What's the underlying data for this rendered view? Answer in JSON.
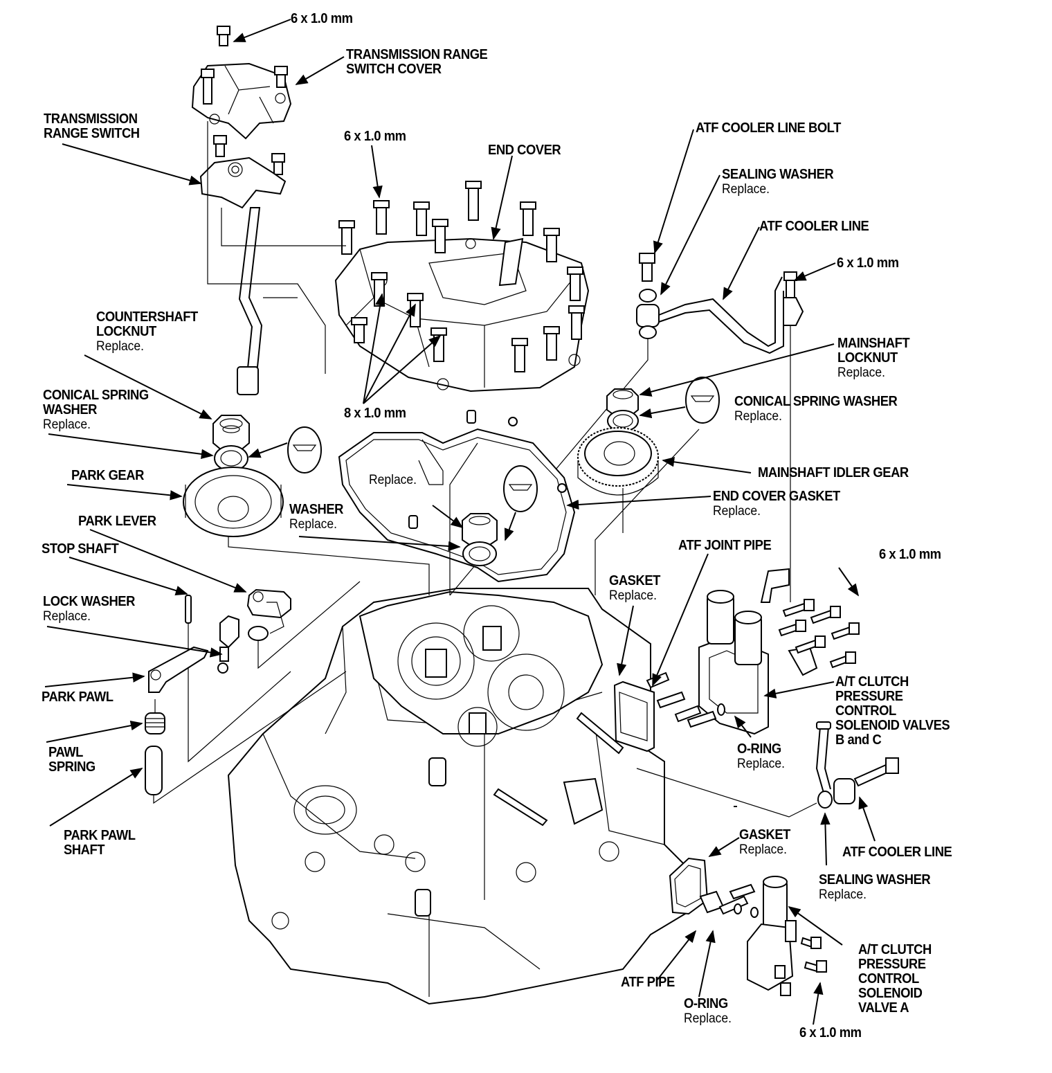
{
  "diagram": {
    "title": "Automatic transmission end cover / solenoid exploded view",
    "labels": {
      "bolt_top": {
        "lines": [
          "6 x 1.0 mm"
        ],
        "note": ""
      },
      "range_switch_cover": {
        "lines": [
          "TRANSMISSION RANGE",
          "SWITCH COVER"
        ],
        "note": ""
      },
      "range_switch": {
        "lines": [
          "TRANSMISSION",
          "RANGE SWITCH"
        ],
        "note": ""
      },
      "bolt_end_cover": {
        "lines": [
          "6 x 1.0 mm"
        ],
        "note": ""
      },
      "end_cover": {
        "lines": [
          "END COVER"
        ],
        "note": ""
      },
      "atf_cooler_line_bolt": {
        "lines": [
          "ATF COOLER LINE BOLT"
        ],
        "note": ""
      },
      "sealing_washer_top": {
        "lines": [
          "SEALING WASHER"
        ],
        "note": "Replace."
      },
      "atf_cooler_line_top": {
        "lines": [
          "ATF COOLER LINE"
        ],
        "note": ""
      },
      "bolt_cooler": {
        "lines": [
          "6 x 1.0 mm"
        ],
        "note": ""
      },
      "countershaft_locknut": {
        "lines": [
          "COUNTERSHAFT",
          "LOCKNUT"
        ],
        "note": "Replace."
      },
      "conical_spring_washer_left": {
        "lines": [
          "CONICAL SPRING",
          "WASHER"
        ],
        "note": "Replace."
      },
      "bolt_8mm": {
        "lines": [
          "8 x 1.0 mm"
        ],
        "note": ""
      },
      "mainshaft_locknut": {
        "lines": [
          "MAINSHAFT",
          "LOCKNUT"
        ],
        "note": "Replace."
      },
      "conical_spring_washer_right": {
        "lines": [
          "CONICAL SPRING WASHER"
        ],
        "note": "Replace."
      },
      "park_gear": {
        "lines": [
          "PARK GEAR"
        ],
        "note": ""
      },
      "replace_center": {
        "lines": [],
        "note": "Replace."
      },
      "mainshaft_idler_gear": {
        "lines": [
          "MAINSHAFT IDLER GEAR"
        ],
        "note": ""
      },
      "end_cover_gasket": {
        "lines": [
          "END COVER GASKET"
        ],
        "note": "Replace."
      },
      "park_lever": {
        "lines": [
          "PARK LEVER"
        ],
        "note": ""
      },
      "washer": {
        "lines": [
          "WASHER"
        ],
        "note": "Replace."
      },
      "atf_joint_pipe": {
        "lines": [
          "ATF JOINT PIPE"
        ],
        "note": ""
      },
      "stop_shaft": {
        "lines": [
          "STOP SHAFT"
        ],
        "note": ""
      },
      "bolt_solenoid_bc": {
        "lines": [
          "6 x 1.0 mm"
        ],
        "note": ""
      },
      "gasket_upper": {
        "lines": [
          "GASKET"
        ],
        "note": "Replace."
      },
      "lock_washer": {
        "lines": [
          "LOCK WASHER"
        ],
        "note": "Replace."
      },
      "park_pawl": {
        "lines": [
          "PARK PAWL"
        ],
        "note": ""
      },
      "solenoid_bc": {
        "lines": [
          "A/T CLUTCH",
          "PRESSURE",
          "CONTROL",
          "SOLENOID VALVES",
          "B and C"
        ],
        "note": ""
      },
      "o_ring_upper": {
        "lines": [
          "O-RING"
        ],
        "note": "Replace."
      },
      "pawl_spring": {
        "lines": [
          "PAWL",
          "SPRING"
        ],
        "note": ""
      },
      "park_pawl_shaft": {
        "lines": [
          "PARK PAWL",
          "SHAFT"
        ],
        "note": ""
      },
      "gasket_lower": {
        "lines": [
          "GASKET"
        ],
        "note": "Replace."
      },
      "atf_cooler_line_bottom": {
        "lines": [
          "ATF COOLER LINE"
        ],
        "note": ""
      },
      "sealing_washer_bottom": {
        "lines": [
          "SEALING WASHER"
        ],
        "note": "Replace."
      },
      "solenoid_a": {
        "lines": [
          "A/T CLUTCH",
          "PRESSURE",
          "CONTROL",
          "SOLENOID",
          "VALVE A"
        ],
        "note": ""
      },
      "atf_pipe": {
        "lines": [
          "ATF PIPE"
        ],
        "note": ""
      },
      "o_ring_lower": {
        "lines": [
          "O-RING"
        ],
        "note": "Replace."
      },
      "bolt_solenoid_a": {
        "lines": [
          "6 x 1.0 mm"
        ],
        "note": ""
      }
    },
    "icons": [
      "conical-washer-detail-icon",
      "bolt-icon",
      "gear-icon",
      "locknut-icon",
      "solenoid-icon"
    ]
  }
}
